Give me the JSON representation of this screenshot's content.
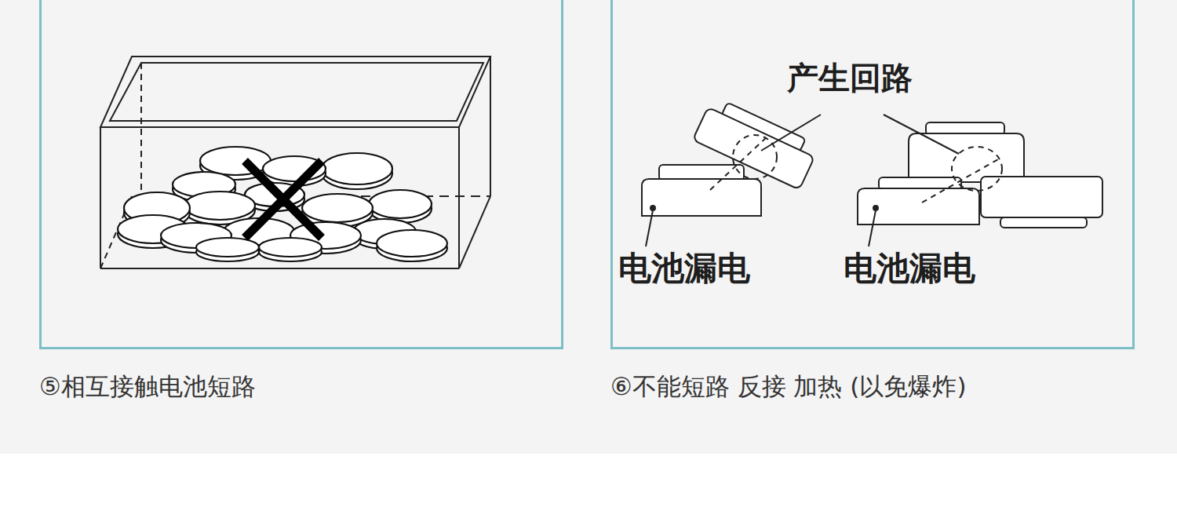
{
  "diagram": {
    "nodes": [
      {
        "text": [
          "⑤相互接触电池短路"
        ]
      },
      {
        "text": [
          "⑥不能短路 反接 加热 (以免爆炸)"
        ]
      }
    ],
    "labels": [
      "产生回路",
      "电池漏电",
      "电池漏电"
    ]
  }
}
